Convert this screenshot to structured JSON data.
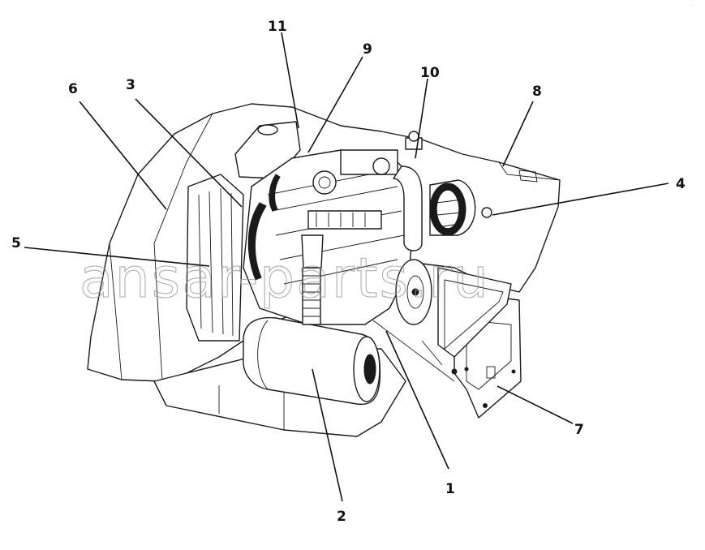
{
  "callouts": [
    {
      "id": "1",
      "label": "1"
    },
    {
      "id": "2",
      "label": "2"
    },
    {
      "id": "3",
      "label": "3"
    },
    {
      "id": "4",
      "label": "4"
    },
    {
      "id": "5",
      "label": "5"
    },
    {
      "id": "6",
      "label": "6"
    },
    {
      "id": "7",
      "label": "7"
    },
    {
      "id": "8",
      "label": "8"
    },
    {
      "id": "9",
      "label": "9"
    },
    {
      "id": "10",
      "label": "10"
    },
    {
      "id": "11",
      "label": "11"
    }
  ],
  "watermark": "ansar-parts.ru"
}
